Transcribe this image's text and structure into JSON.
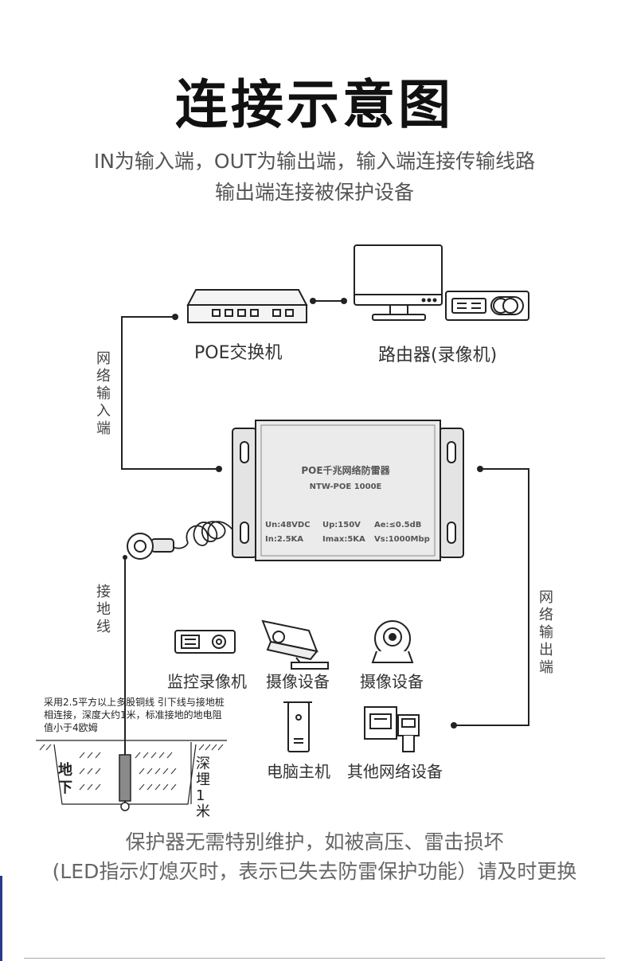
{
  "title": "连接示意图",
  "intro": {
    "line1": "IN为输入端，OUT为输出端，输入端连接传输线路",
    "line2": "输出端连接被保护设备"
  },
  "devices": {
    "switch_label": "POE交换机",
    "router_label": "路由器(录像机)",
    "nvr_label": "监控录像机",
    "camera1_label": "摄像设备",
    "camera2_label": "摄像设备",
    "pc_label": "电脑主机",
    "other_label": "其他网络设备"
  },
  "side_labels": {
    "input": "网络输入端",
    "ground": "接地线",
    "output": "网络输出端"
  },
  "protector": {
    "name": "POE千兆网络防雷器",
    "model": "NTW-POE 1000E",
    "spec1": "Un:48VDC",
    "spec2": "Up:150V",
    "spec3": "Ae:≤0.5dB",
    "spec4": "In:2.5KA",
    "spec5": "Imax:5KA",
    "spec6": "Vs:1000Mbp"
  },
  "grounding": {
    "note": "采用2.5平方以上多股铜线 引下线与接地桩相连接，深度大约1米，标准接地的地电阻值小于4欧姆",
    "underground": "地下",
    "depth": "深埋1米"
  },
  "footer": {
    "line1": "保护器无需特别维护，如被高压、雷击损坏",
    "line2": "(LED指示灯熄灭时，表示已失去防雷保护功能）请及时更换"
  },
  "colors": {
    "line": "#222222",
    "device_fill": "#f2f2f2",
    "protector_fill": "#ebebeb"
  }
}
